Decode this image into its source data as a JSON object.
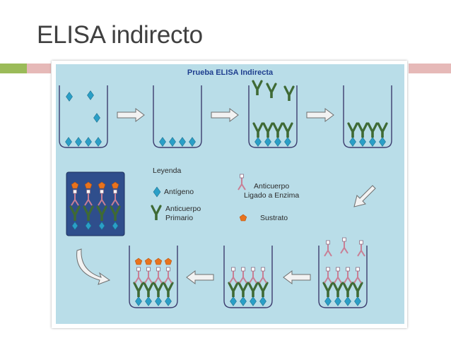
{
  "slide": {
    "title": "ELISA indirecto"
  },
  "diagram": {
    "title": "Prueba ELISA Indirecta",
    "legend": {
      "title": "Leyenda",
      "antigen": "Antígeno",
      "primary_antibody": "Anticuerpo\nPrimario",
      "secondary_antibody": "Anticuerpo\nLigado a Enzima",
      "substrate": "Sustrato"
    }
  },
  "colors": {
    "diagram_bg": "#b9dde8",
    "antigen": "#2a9fc7",
    "primary_antibody": "#3f6a35",
    "secondary_antibody": "#c97f95",
    "substrate": "#e8731d",
    "arrow": "#f2f2f2",
    "accent_green": "#9bbb59",
    "accent_pink": "#e6b9b8"
  },
  "icons": [
    "antigen-diamond-icon",
    "primary-antibody-icon",
    "enzyme-antibody-icon",
    "substrate-pentagon-icon",
    "arrow-right-icon",
    "arrow-left-icon",
    "arrow-down-left-icon",
    "curved-arrow-icon"
  ]
}
